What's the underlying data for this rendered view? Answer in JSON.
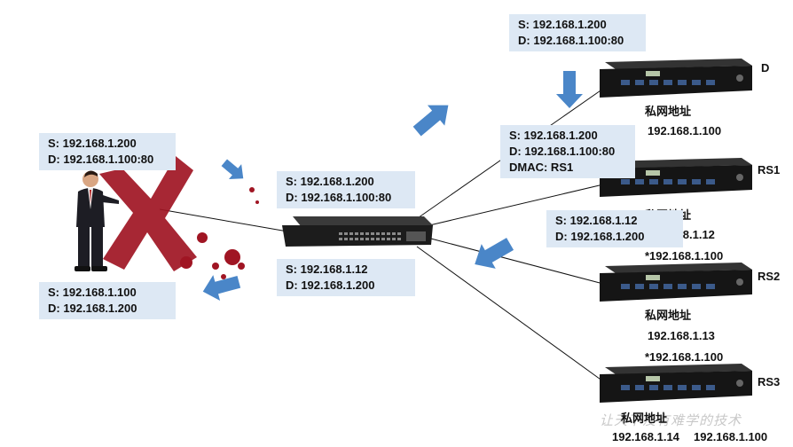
{
  "client_in_box": {
    "src": "S:  192.168.1.200",
    "dst": "D:  192.168.1.100:80"
  },
  "client_out_box": {
    "src": "S:  192.168.1.100",
    "dst": "D:  192.168.1.200"
  },
  "switch_in_box": {
    "src": "S:  192.168.1.200",
    "dst": "D:  192.168.1.100:80"
  },
  "switch_out_box": {
    "src": "S:  192.168.1.12",
    "dst": "D:  192.168.1.200"
  },
  "top_box": {
    "src": "S:  192.168.1.200",
    "dst": "D:  192.168.1.100:80"
  },
  "dmac_box": {
    "src": "S:  192.168.1.200",
    "dst": "D:  192.168.1.100:80",
    "dmac": "DMAC:  RS1"
  },
  "rs1_reply_box": {
    "src": "S:  192.168.1.12",
    "dst": "D:  192.168.1.200"
  },
  "servers": {
    "d": {
      "name": "D",
      "private_label": "私网地址",
      "ip": "192.168.1.100"
    },
    "rs1": {
      "name": "RS1",
      "private_label": "私网地址",
      "ip": "192.168.1.12",
      "vip": "*192.168.1.100"
    },
    "rs2": {
      "name": "RS2",
      "private_label": "私网地址",
      "ip": "192.168.1.13",
      "vip": "*192.168.1.100"
    },
    "rs3": {
      "name": "RS3",
      "private_label": "私网地址",
      "ip": "192.168.1.14",
      "vip": "192.168.1.100"
    }
  },
  "watermark": "让天下没有难学的技术",
  "colors": {
    "box": "#dde8f4",
    "arrow": "#4a86c8",
    "cross": "#a01523",
    "line": "#111111"
  }
}
